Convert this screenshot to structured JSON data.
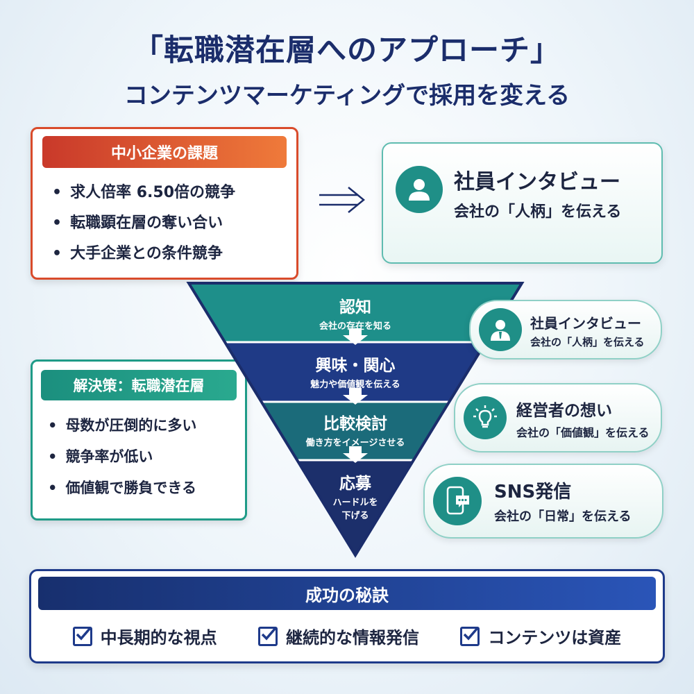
{
  "title": {
    "main": "「転職潜在層へのアプローチ」",
    "sub": "コンテンツマーケティングで採用を変える"
  },
  "problem": {
    "header": "中小企業の課題",
    "items": [
      "求人倍率 6.50倍の競争",
      "転職顕在層の奪い合い",
      "大手企業との条件競争"
    ]
  },
  "solution": {
    "header": "解決策：転職潜在層",
    "items": [
      "母数が圧倒的に多い",
      "競争率が低い",
      "価値観で勝負できる"
    ]
  },
  "feature_card": {
    "icon": "person-icon",
    "title": "社員インタビュー",
    "desc": "会社の「人柄」を伝える"
  },
  "funnel": {
    "stages": [
      {
        "title": "認知",
        "desc": "会社の存在を知る"
      },
      {
        "title": "興味・関心",
        "desc": "魅力や価値観を伝える"
      },
      {
        "title": "比較検討",
        "desc": "働き方をイメージさせる"
      },
      {
        "title": "応募",
        "desc1": "ハードルを",
        "desc2": "下げる"
      }
    ],
    "colors": [
      "#1e8f8a",
      "#1f3a86",
      "#1b6b7a",
      "#1c2f6b"
    ]
  },
  "cards": [
    {
      "icon": "employee-icon",
      "title": "社員インタビュー",
      "desc": "会社の「人柄」を伝える"
    },
    {
      "icon": "lightbulb-icon",
      "title": "経営者の想い",
      "desc": "会社の「価値観」を伝える"
    },
    {
      "icon": "smartphone-chat-icon",
      "title": "SNS発信",
      "desc": "会社の「日常」を伝える"
    }
  ],
  "success": {
    "header": "成功の秘訣",
    "items": [
      "中長期的な視点",
      "継続的な情報発信",
      "コンテンツは資産"
    ]
  },
  "colors": {
    "navy": "#1b2d6b",
    "red": "#d94b2b",
    "teal": "#1f8f87"
  }
}
